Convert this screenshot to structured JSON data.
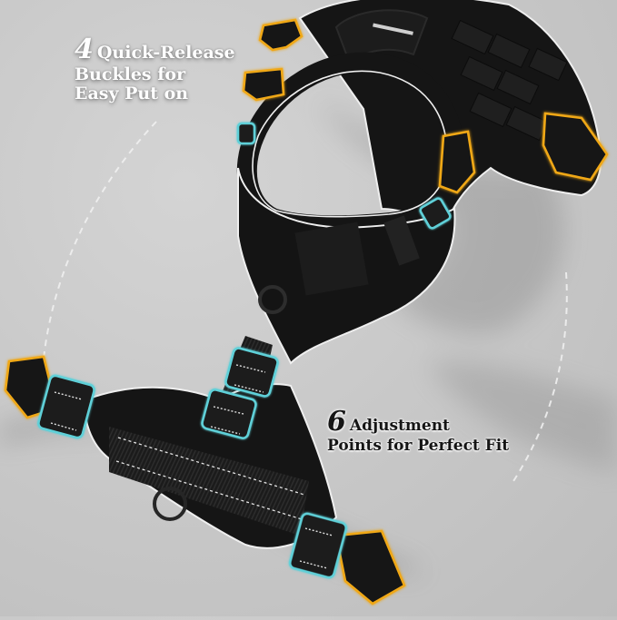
{
  "product": {
    "type": "dog harness (tactical, black, reflective trim)"
  },
  "callouts": {
    "quick_release": {
      "number": "4",
      "line1": "Quick-Release",
      "line2": "Buckles for",
      "line3": "Easy Put on",
      "text_color": "#ffffff"
    },
    "adjustment": {
      "number": "6",
      "line1": "Adjustment",
      "line2": "Points for Perfect Fit",
      "text_color": "#151515"
    }
  },
  "highlights": {
    "buckle_color": "#f0a818",
    "adjuster_color": "#5fd0d8",
    "buckle_count": 4,
    "adjuster_count": 6
  },
  "colors": {
    "background": "#c9c9c9",
    "harness": "#141414",
    "reflective_trim": "#f2f2f2",
    "dashed_arc": "#efefef"
  }
}
